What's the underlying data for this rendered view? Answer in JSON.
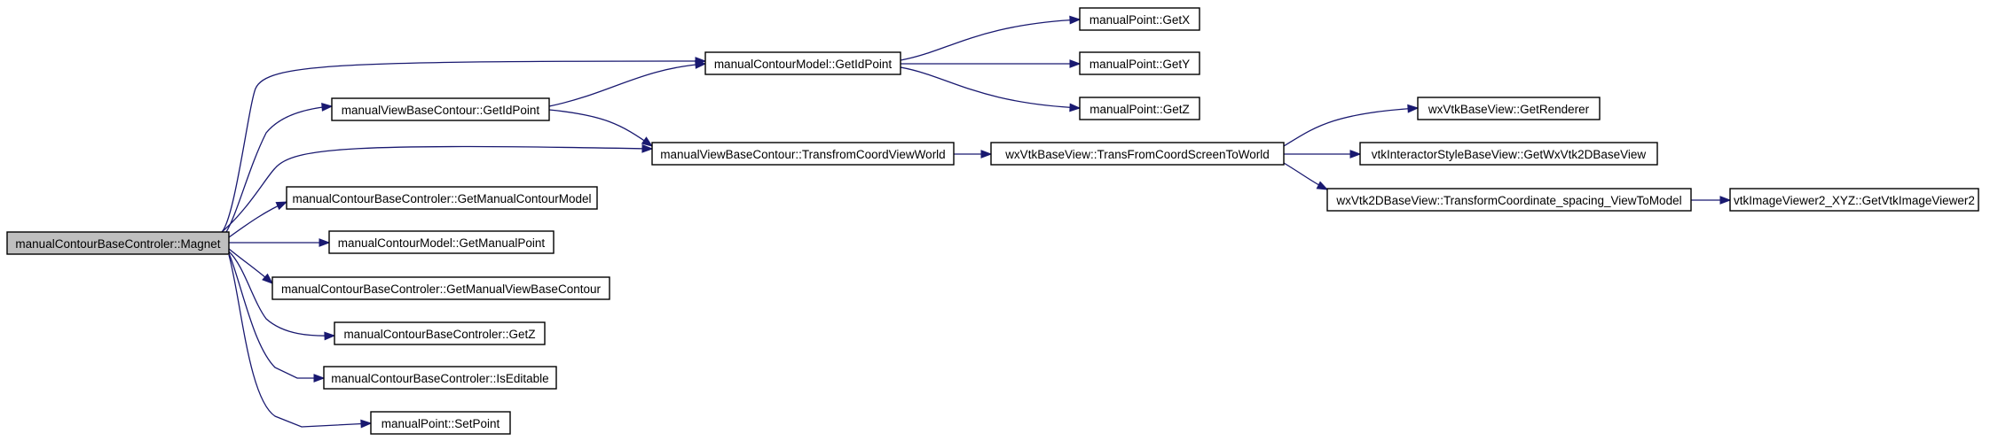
{
  "nodes": [
    {
      "id": "root",
      "label": "manualContourBaseControler::Magnet",
      "root": true
    },
    {
      "id": "n_getidpoint_model",
      "label": "manualContourModel::GetIdPoint"
    },
    {
      "id": "n_getx",
      "label": "manualPoint::GetX"
    },
    {
      "id": "n_gety",
      "label": "manualPoint::GetY"
    },
    {
      "id": "n_getz_point",
      "label": "manualPoint::GetZ"
    },
    {
      "id": "n_getidpoint_view",
      "label": "manualViewBaseContour::GetIdPoint"
    },
    {
      "id": "n_transfrom_view",
      "label": "manualViewBaseContour::TransfromCoordViewWorld"
    },
    {
      "id": "n_transfrom_screen",
      "label": "wxVtkBaseView::TransFromCoordScreenToWorld"
    },
    {
      "id": "n_getrenderer",
      "label": "wxVtkBaseView::GetRenderer"
    },
    {
      "id": "n_getwxvtk2d",
      "label": "vtkInteractorStyleBaseView::GetWxVtk2DBaseView"
    },
    {
      "id": "n_transformcoord",
      "label": "wxVtk2DBaseView::TransformCoordinate_spacing_ViewToModel"
    },
    {
      "id": "n_getvtkimageviewer2",
      "label": "vtkImageViewer2_XYZ::GetVtkImageViewer2"
    },
    {
      "id": "n_getmanualcontourmodel",
      "label": "manualContourBaseControler::GetManualContourModel"
    },
    {
      "id": "n_getmanualpoint",
      "label": "manualContourModel::GetManualPoint"
    },
    {
      "id": "n_getmanualviewbasecontour",
      "label": "manualContourBaseControler::GetManualViewBaseContour"
    },
    {
      "id": "n_getz_ctrl",
      "label": "manualContourBaseControler::GetZ"
    },
    {
      "id": "n_iseditable",
      "label": "manualContourBaseControler::IsEditable"
    },
    {
      "id": "n_setpoint",
      "label": "manualPoint::SetPoint"
    }
  ],
  "edges": [
    {
      "from": "root",
      "to": "n_getidpoint_model"
    },
    {
      "from": "root",
      "to": "n_getidpoint_view"
    },
    {
      "from": "root",
      "to": "n_transfrom_view"
    },
    {
      "from": "root",
      "to": "n_getmanualcontourmodel"
    },
    {
      "from": "root",
      "to": "n_getmanualpoint"
    },
    {
      "from": "root",
      "to": "n_getmanualviewbasecontour"
    },
    {
      "from": "root",
      "to": "n_getz_ctrl"
    },
    {
      "from": "root",
      "to": "n_iseditable"
    },
    {
      "from": "root",
      "to": "n_setpoint"
    },
    {
      "from": "n_getidpoint_view",
      "to": "n_getidpoint_model"
    },
    {
      "from": "n_getidpoint_view",
      "to": "n_transfrom_view"
    },
    {
      "from": "n_getidpoint_model",
      "to": "n_getx"
    },
    {
      "from": "n_getidpoint_model",
      "to": "n_gety"
    },
    {
      "from": "n_getidpoint_model",
      "to": "n_getz_point"
    },
    {
      "from": "n_transfrom_view",
      "to": "n_transfrom_screen"
    },
    {
      "from": "n_transfrom_screen",
      "to": "n_getrenderer"
    },
    {
      "from": "n_transfrom_screen",
      "to": "n_getwxvtk2d"
    },
    {
      "from": "n_transfrom_screen",
      "to": "n_transformcoord"
    },
    {
      "from": "n_transformcoord",
      "to": "n_getvtkimageviewer2"
    }
  ]
}
